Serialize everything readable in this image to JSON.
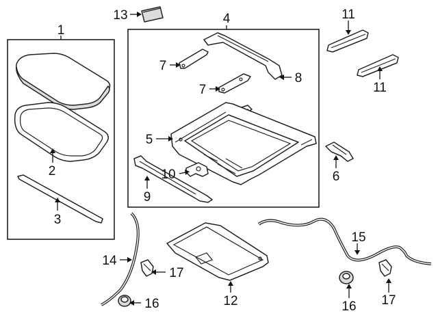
{
  "diagram": {
    "callouts": {
      "c1": "1",
      "c2": "2",
      "c3": "3",
      "c4": "4",
      "c5": "5",
      "c6": "6",
      "c7a": "7",
      "c7b": "7",
      "c8": "8",
      "c9": "9",
      "c10": "10",
      "c11a": "11",
      "c11b": "11",
      "c12": "12",
      "c13": "13",
      "c14": "14",
      "c15": "15",
      "c16a": "16",
      "c16b": "16",
      "c17a": "17",
      "c17b": "17"
    }
  }
}
